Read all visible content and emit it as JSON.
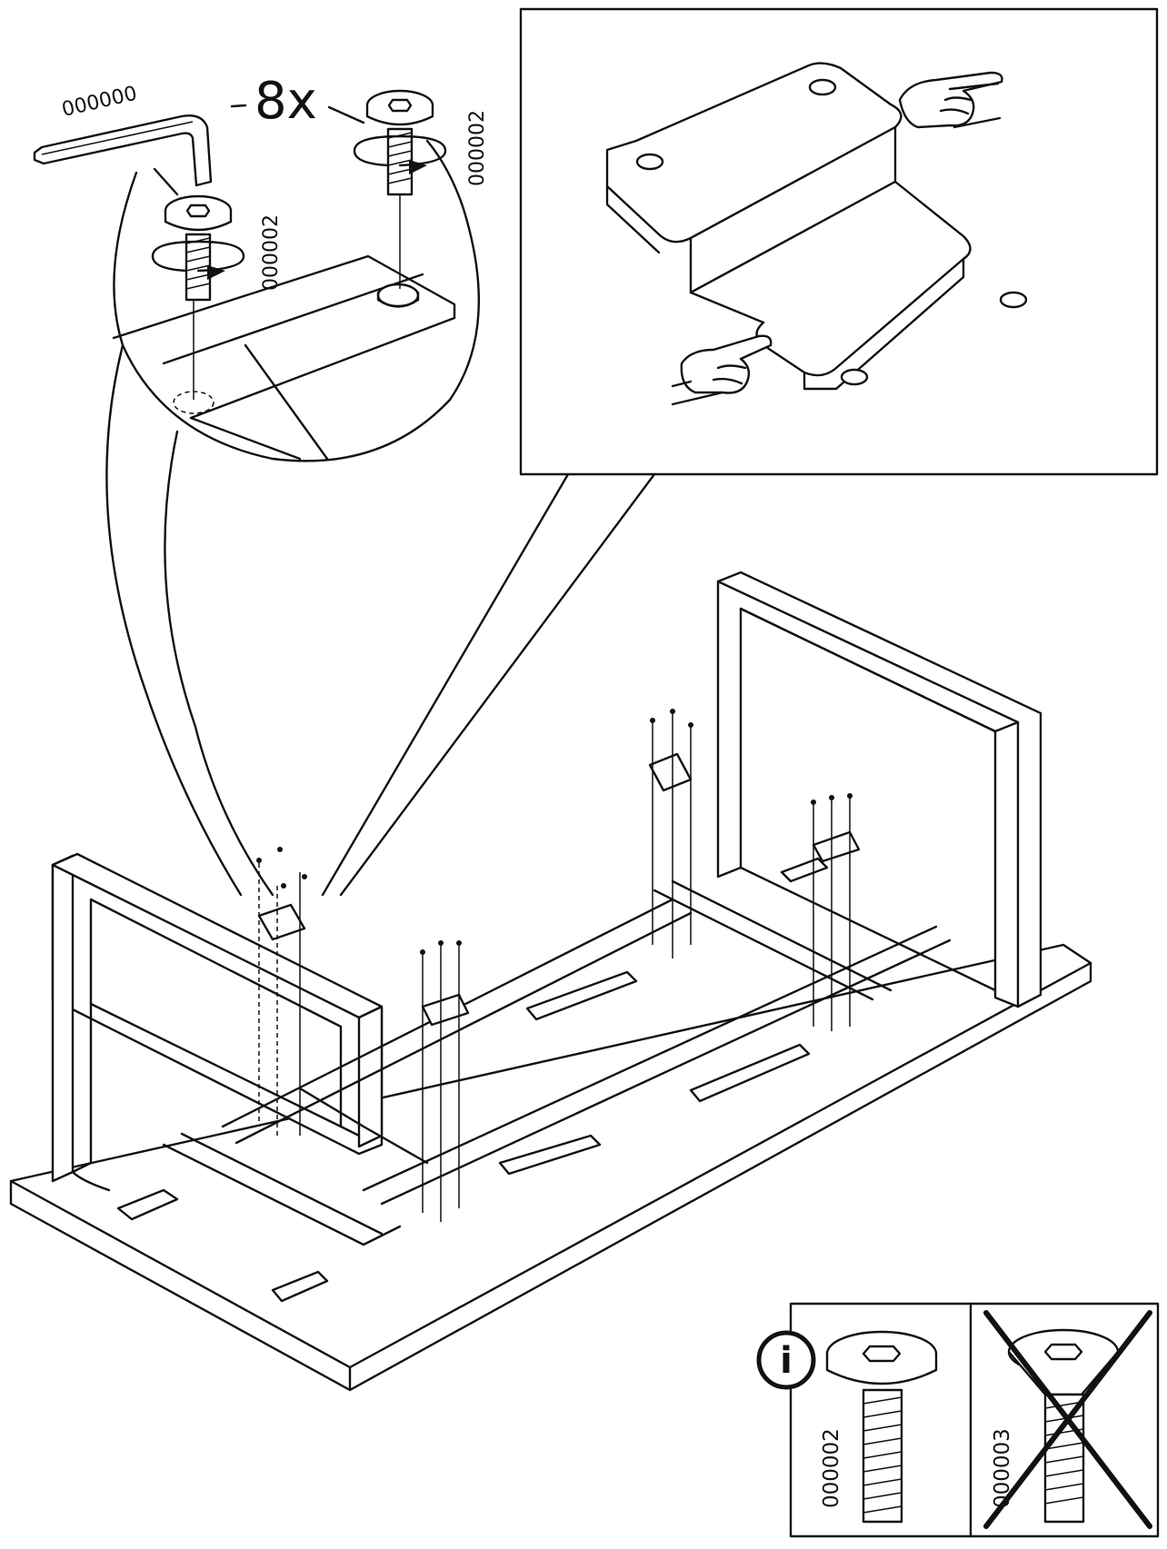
{
  "callout_left": {
    "tool_code": "000000",
    "quantity": "8x",
    "bolt_code_top": "000002",
    "bolt_code_bottom": "000002"
  },
  "info_panel": {
    "info_symbol": "i",
    "correct_bolt_code": "000002",
    "wrong_bolt_code": "000003"
  },
  "icons": [
    "allen-key-icon",
    "bolt-icon",
    "rotate-arrow-icon",
    "pointing-hand-icon",
    "info-icon",
    "cross-out-icon"
  ]
}
